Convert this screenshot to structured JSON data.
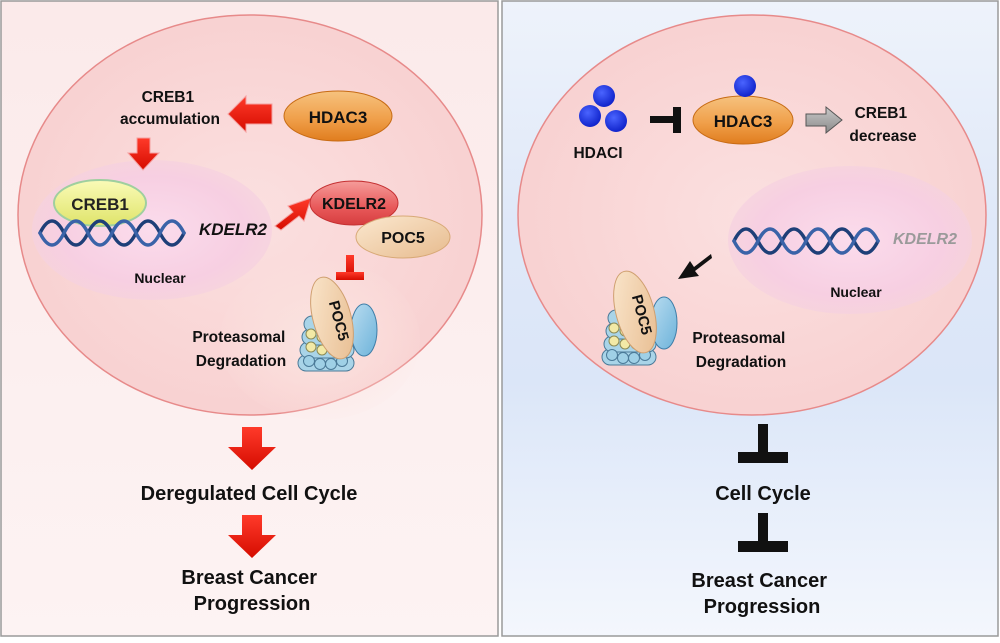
{
  "left_panel": {
    "creb1_accumulation": [
      "CREB1",
      "accumulation"
    ],
    "hdac3": "HDAC3",
    "creb1": "CREB1",
    "kdelr2_gene": "KDELR2",
    "nuclear": "Nuclear",
    "kdelr2_protein": "KDELR2",
    "poc5": "POC5",
    "poc5_proteasome": "POC5",
    "proteasomal_degradation": [
      "Proteasomal",
      "Degradation"
    ],
    "outcome_1": "Deregulated Cell Cycle",
    "outcome_2": [
      "Breast Cancer",
      "Progression"
    ]
  },
  "right_panel": {
    "hdaci": "HDACI",
    "hdac3": "HDAC3",
    "creb1_decrease": [
      "CREB1",
      "decrease"
    ],
    "kdelr2_gene": "KDELR2",
    "nuclear": "Nuclear",
    "poc5_proteasome": "POC5",
    "proteasomal_degradation": [
      "Proteasomal",
      "Degradation"
    ],
    "outcome_1": "Cell Cycle",
    "outcome_2": [
      "Breast Cancer",
      "Progression"
    ]
  },
  "colors": {
    "activation_arrow": "#e8140c",
    "inhibition": "#111111",
    "hdac3": "#f0a04b",
    "creb1": "#eef18a",
    "kdelr2_protein": "#e8595a",
    "dna": "#1e3f78",
    "inhibitor": "#1427e0"
  }
}
